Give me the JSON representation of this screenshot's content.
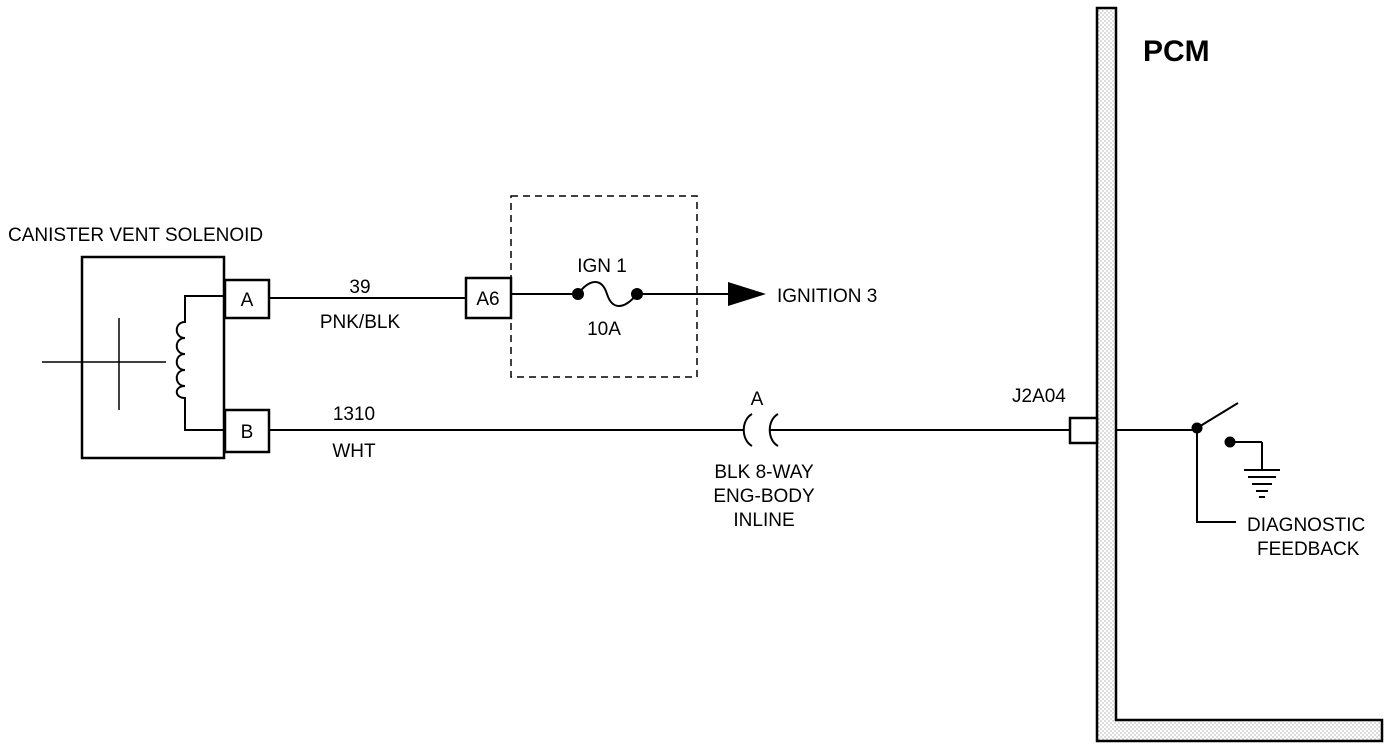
{
  "solenoid": {
    "title": "CANISTER VENT SOLENOID",
    "pin_a": "A",
    "pin_b": "B"
  },
  "wire_top": {
    "circuit": "39",
    "color": "PNK/BLK"
  },
  "wire_bottom": {
    "circuit": "1310",
    "color": "WHT"
  },
  "fuse_block": {
    "pin": "A6",
    "fuse_name": "IGN 1",
    "fuse_rating": "10A",
    "feed_label": "IGNITION 3"
  },
  "inline_connector": {
    "pin": "A",
    "line1": "BLK 8-WAY",
    "line2": "ENG-BODY",
    "line3": "INLINE"
  },
  "pcm": {
    "title": "PCM",
    "terminal": "J2A04",
    "feedback_line1": "DIAGNOSTIC",
    "feedback_line2": "FEEDBACK"
  }
}
